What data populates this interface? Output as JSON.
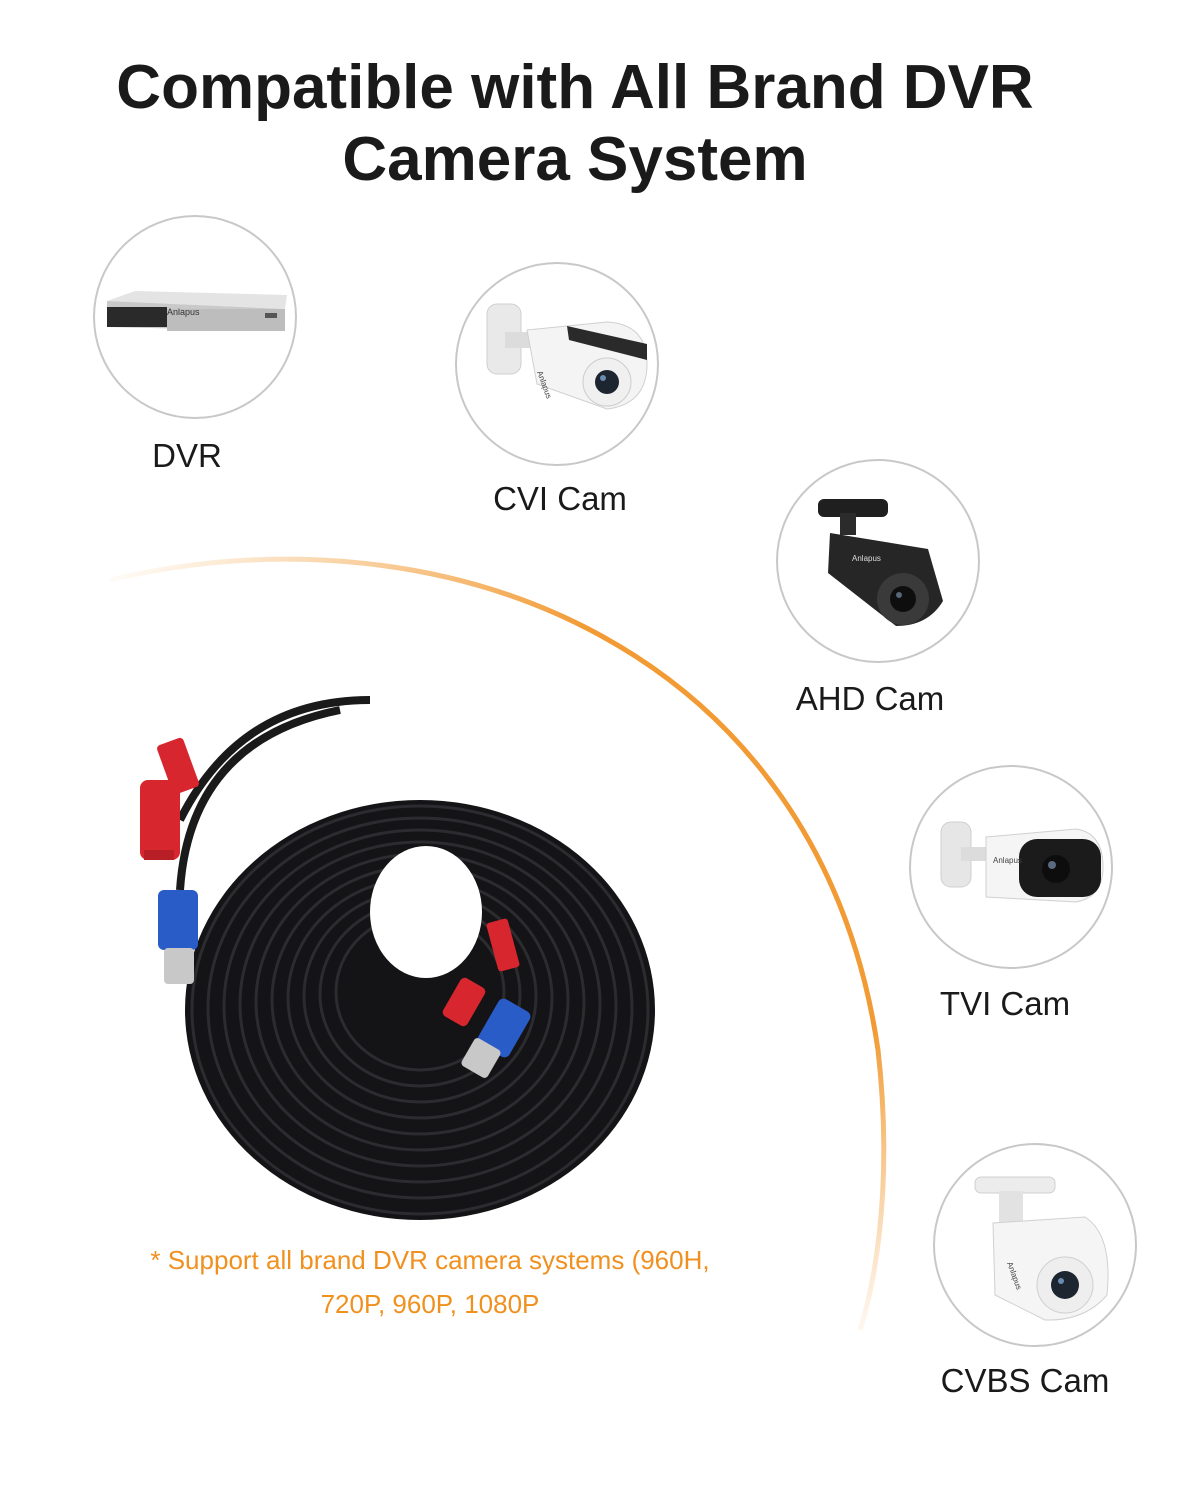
{
  "header": {
    "title_line1": "Compatible with All Brand DVR",
    "title_line2": "Camera System"
  },
  "colors": {
    "accent": "#f0901e",
    "text": "#1a1a1a",
    "ring": "#c8c8c8",
    "cable": "#1c1c1e",
    "red_connector": "#d8262e",
    "blue_connector": "#2a5cc8"
  },
  "devices": [
    {
      "label": "DVR",
      "brand": "Anlapus",
      "icon": "dvr-recorder-icon"
    },
    {
      "label": "CVI Cam",
      "brand": "Anlapus",
      "icon": "white-bullet-camera-icon"
    },
    {
      "label": "AHD Cam",
      "brand": "Anlapus",
      "icon": "black-bullet-camera-icon"
    },
    {
      "label": "TVI Cam",
      "brand": "Anlapus",
      "icon": "white-bullet-camera-icon"
    },
    {
      "label": "CVBS Cam",
      "brand": "Anlapus",
      "icon": "white-bullet-camera-icon"
    }
  ],
  "note": {
    "line1": "* Support all brand DVR camera systems (960H,",
    "line2": "720P, 960P, 1080P"
  }
}
